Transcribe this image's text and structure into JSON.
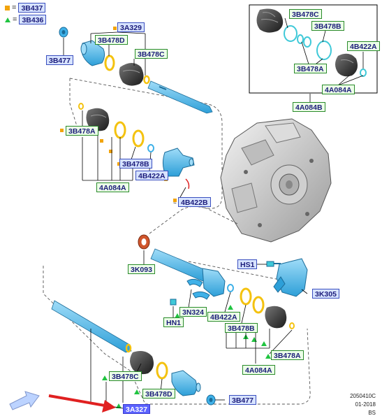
{
  "legend": {
    "square_part": "3B437",
    "triangle_part": "3B436",
    "separator": "="
  },
  "callouts": {
    "upper_3B477": "3B477",
    "upper_3A329": "3A329",
    "upper_3B478D": "3B478D",
    "upper_3B478C": "3B478C",
    "upper_3B478A": "3B478A",
    "upper_3B478B": "3B478B",
    "upper_4B422A": "4B422A",
    "upper_4A084A": "4A084A",
    "upper_4B422B": "4B422B",
    "inset_3B478C": "3B478C",
    "inset_3B478B": "3B478B",
    "inset_4B422A": "4B422A",
    "inset_3B478A": "3B478A",
    "inset_4A084A": "4A084A",
    "inset_4A084B": "4A084B",
    "lower_3K093": "3K093",
    "lower_HS1": "HS1",
    "lower_3K305": "3K305",
    "lower_3N324": "3N324",
    "lower_HN1": "HN1",
    "lower_4B422A": "4B422A",
    "lower_3B478B": "3B478B",
    "lower_3B478A": "3B478A",
    "lower_4A084A": "4A084A",
    "lower_3B478C": "3B478C",
    "lower_3B478D": "3B478D",
    "lower_3B477": "3B477",
    "lower_3A327": "3A327"
  },
  "footer": {
    "code": "2050410C",
    "date": "01-2018",
    "author": "BS"
  },
  "colors": {
    "part_blue": "#3fb1e8",
    "boot_black": "#2a2a2a",
    "ring_yellow": "#f4c20f",
    "seal_orange": "#d0552c",
    "callout_highlight": "#5b63ff",
    "arrow_red": "#e02020"
  },
  "icons": {
    "square_marker": "square-marker-icon",
    "triangle_marker": "triangle-marker-icon",
    "direction_arrow": "front-arrow-icon",
    "pointer_arrow": "red-pointer-arrow-icon"
  }
}
